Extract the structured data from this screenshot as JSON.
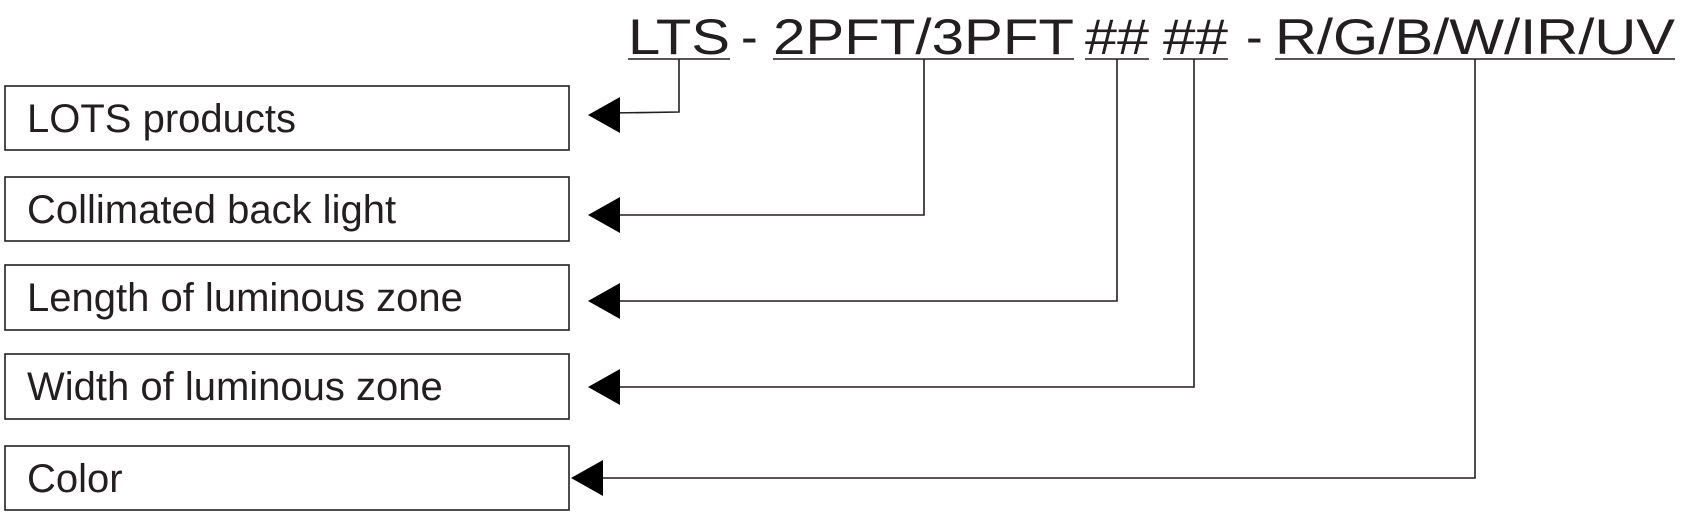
{
  "code": {
    "segments": [
      "LTS",
      "-",
      "2PFT/3PFT",
      "##",
      "##",
      "-",
      "R/G/B/W/IR/UV"
    ]
  },
  "labels": [
    "LOTS products",
    "Collimated back light",
    "Length of luminous zone",
    "Width of luminous zone",
    "Color"
  ]
}
